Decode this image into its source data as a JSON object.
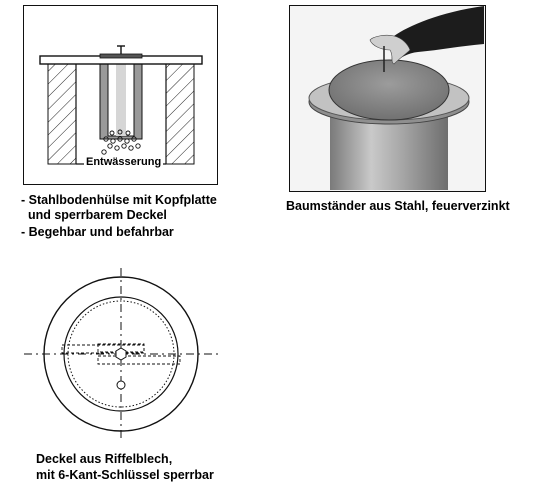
{
  "section_drawing": {
    "label": "Entwässerung"
  },
  "bullets": [
    "- Stahlbodenhülse mit Kopfplatte",
    "  und sperrbarem Deckel",
    "- Begehbar und befahrbar"
  ],
  "photo": {
    "caption": "Baumständer aus Stahl, feuerverzinkt"
  },
  "lid_drawing": {
    "caption_line1": "Deckel aus Riffelblech,",
    "caption_line2": "mit 6-Kant-Schlüssel sperrbar"
  }
}
